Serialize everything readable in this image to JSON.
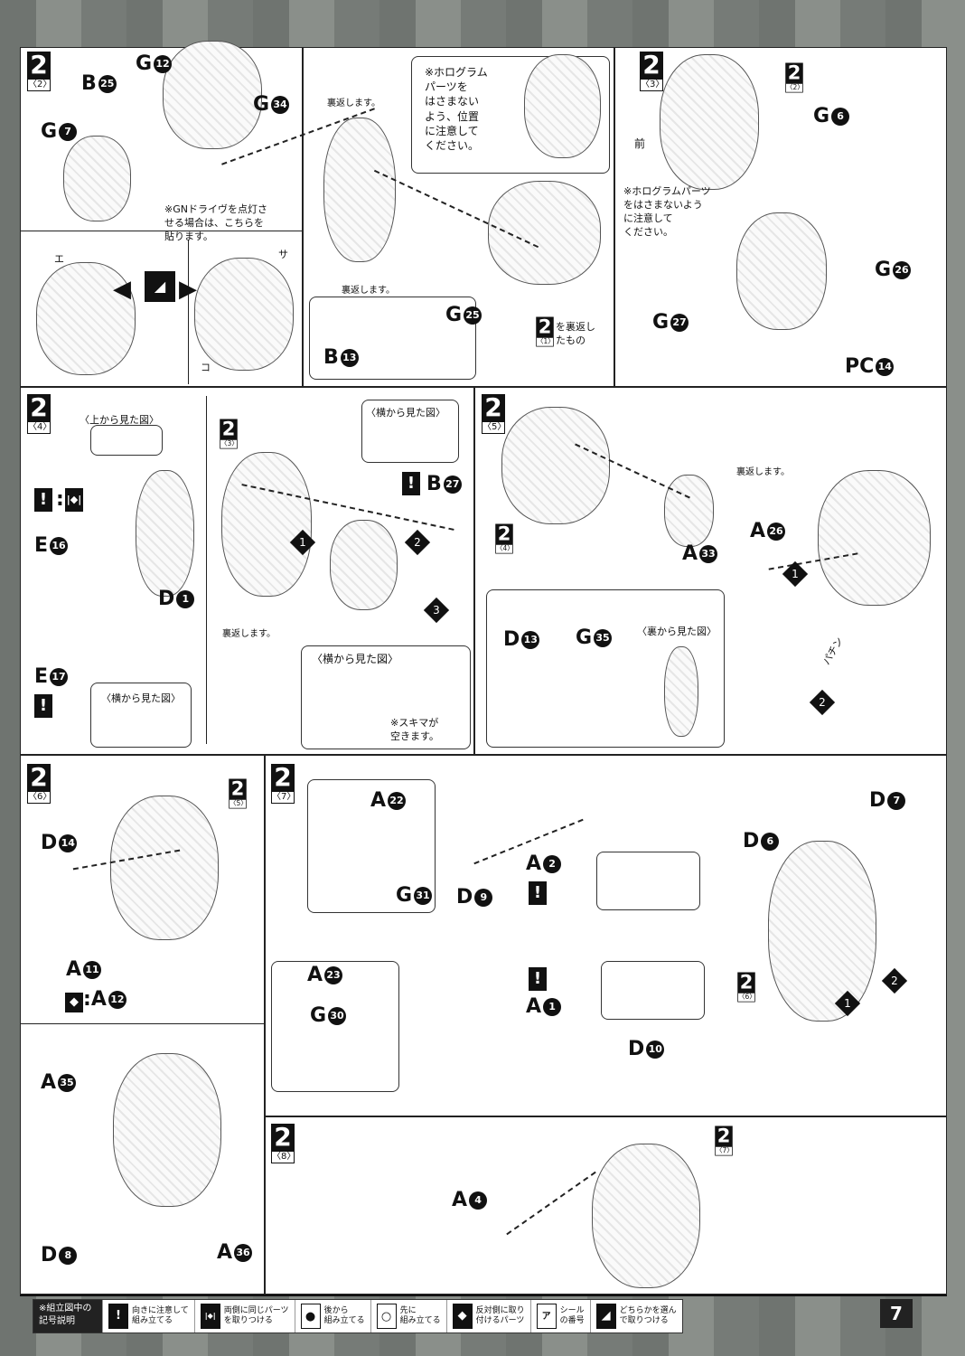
{
  "steps": {
    "s2_2": {
      "big": "2",
      "sub": "〈2〉"
    },
    "s2_3": {
      "big": "2",
      "sub": "〈3〉"
    },
    "s2_4": {
      "big": "2",
      "sub": "〈4〉"
    },
    "s2_5": {
      "big": "2",
      "sub": "〈5〉"
    },
    "s2_6": {
      "big": "2",
      "sub": "〈6〉"
    },
    "s2_7": {
      "big": "2",
      "sub": "〈7〉"
    },
    "s2_8": {
      "big": "2",
      "sub": "〈8〉"
    },
    "r2_1": {
      "big": "2",
      "sub": "〈1〉"
    },
    "r2_2": {
      "big": "2",
      "sub": "〈2〉"
    },
    "r2_3": {
      "big": "2",
      "sub": "〈3〉"
    },
    "r2_4": {
      "big": "2",
      "sub": "〈4〉"
    },
    "r2_5": {
      "big": "2",
      "sub": "〈5〉"
    },
    "r2_6": {
      "big": "2",
      "sub": "〈6〉"
    },
    "r2_7": {
      "big": "2",
      "sub": "〈7〉"
    }
  },
  "parts": {
    "G12": {
      "l": "G",
      "n": "12"
    },
    "B25": {
      "l": "B",
      "n": "25"
    },
    "G7": {
      "l": "G",
      "n": "7"
    },
    "G34": {
      "l": "G",
      "n": "34"
    },
    "B13": {
      "l": "B",
      "n": "13"
    },
    "G25": {
      "l": "G",
      "n": "25"
    },
    "G6": {
      "l": "G",
      "n": "6"
    },
    "G26": {
      "l": "G",
      "n": "26"
    },
    "G27": {
      "l": "G",
      "n": "27"
    },
    "PC14": {
      "l": "PC",
      "n": "14"
    },
    "E16": {
      "l": "E",
      "n": "16"
    },
    "D1": {
      "l": "D",
      "n": "1"
    },
    "E17": {
      "l": "E",
      "n": "17"
    },
    "B27": {
      "l": "B",
      "n": "27"
    },
    "A26": {
      "l": "A",
      "n": "26"
    },
    "A33": {
      "l": "A",
      "n": "33"
    },
    "D13": {
      "l": "D",
      "n": "13"
    },
    "G35": {
      "l": "G",
      "n": "35"
    },
    "D14": {
      "l": "D",
      "n": "14"
    },
    "A11": {
      "l": "A",
      "n": "11"
    },
    "A12": {
      "l": "A",
      "n": "12"
    },
    "A35": {
      "l": "A",
      "n": "35"
    },
    "D8": {
      "l": "D",
      "n": "8"
    },
    "A36": {
      "l": "A",
      "n": "36"
    },
    "A22": {
      "l": "A",
      "n": "22"
    },
    "G31": {
      "l": "G",
      "n": "31"
    },
    "D9": {
      "l": "D",
      "n": "9"
    },
    "A2": {
      "l": "A",
      "n": "2"
    },
    "D7": {
      "l": "D",
      "n": "7"
    },
    "D6": {
      "l": "D",
      "n": "6"
    },
    "A23": {
      "l": "A",
      "n": "23"
    },
    "G30": {
      "l": "G",
      "n": "30"
    },
    "A1": {
      "l": "A",
      "n": "1"
    },
    "D10": {
      "l": "D",
      "n": "10"
    },
    "A4": {
      "l": "A",
      "n": "4"
    }
  },
  "text": {
    "gn_note": "※GNドライヴを点灯さ\nせる場合は、こちらを\n貼ります。",
    "holo_note1": "※ホログラム\nパーツを\nはさまない\nよう、位置\nに注意して\nください。",
    "holo_note2": "※ホログラムパーツ\nをはさまないよう\nに注意して\nください。",
    "flip": "裏返します。",
    "flipped_of": "を裏返し\nたもの",
    "front": "前",
    "top_view": "〈上から見た図〉",
    "side_view": "〈横から見た図〉",
    "back_view": "〈裏から見た図〉",
    "gap_note": "※スキマが\n空きます。",
    "snap": "パチン",
    "sticker_e": "エ",
    "sticker_sa": "サ",
    "sticker_ko": "コ",
    "colon": ":",
    "order1": "1",
    "order2": "2",
    "order3": "3",
    "excl": "!"
  },
  "legend": {
    "title": "※組立図中の\n記号説明",
    "items": [
      {
        "icon": "!",
        "text": "向きに注意して\n組み立てる"
      },
      {
        "icon": "|◆|",
        "text": "両側に同じパーツ\nを取りつける"
      },
      {
        "icon": "●",
        "text": "後から\n組み立てる"
      },
      {
        "icon": "○",
        "text": "先に\n組み立てる"
      },
      {
        "icon": "◆",
        "text": "反対側に取り\n付けるパーツ"
      },
      {
        "icon": "ア",
        "text": "シール\nの番号"
      },
      {
        "icon": "◢",
        "text": "どちらかを選ん\nで取りつける"
      }
    ]
  },
  "page_number": "7"
}
